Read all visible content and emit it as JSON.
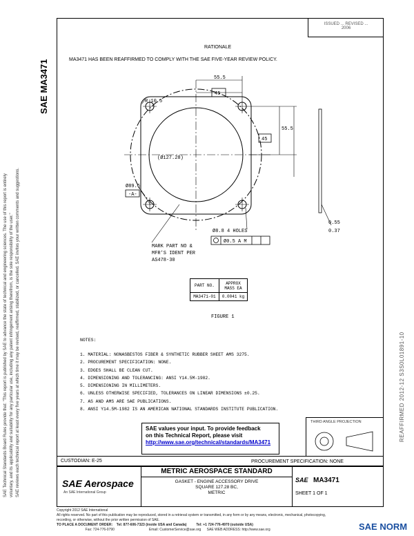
{
  "side_left_lines": [
    "SAE Technical Standards Board Rules provide that: \"This report is published by SAE to advance the state of technical and engineering sciences. The use of this report is entirely",
    "voluntary, and its applicability and suitability for any particular use, including any patent infringement arising therefrom, is the sole responsibility of the user.\"",
    "SAE reviews each technical report at least every five years at which time it may be revised, reaffirmed, stabilized, or cancelled. SAE invites your written comments and suggestions."
  ],
  "doc_id_side": "SAE MA3471",
  "side_right": "REAFFIRMED 2012-12    S3S0L01891-10",
  "date_box": "ISSUED ... REVISED ...\n2006",
  "rationale_title": "RATIONALE",
  "rationale_text": "MA3471 HAS BEEN REAFFIRMED TO COMPLY WITH THE SAE FIVE-YEAR REVIEW POLICY.",
  "drawing": {
    "dim_55_top": "55.5",
    "dim_45_top": "45",
    "radius": "R 10.5",
    "dim_55_right": "55.5",
    "dim_45_right": "45",
    "dia_127": "(Ø127.28)",
    "dia_89": "Ø89.6",
    "datum_a": "-A-",
    "holes": "Ø8.8  4 HOLES",
    "tol_frame": "Ø0.5  A M",
    "thick_1": "0.55",
    "thick_2": "0.37",
    "mark": "MARK PART NO &\nMFR'S IDENT PER\nAS478-30"
  },
  "mass_table": {
    "headers": [
      "PART NO.",
      "APPROX\nMASS EA"
    ],
    "rows": [
      [
        "MA3471-01",
        "0.0041 kg"
      ]
    ]
  },
  "figure_label": "FIGURE 1",
  "notes_title": "NOTES:",
  "notes": [
    "1.  MATERIAL:  NONASBESTOS FIBER & SYNTHETIC RUBBER SHEET AMS 3275.",
    "2.  PROCUREMENT SPECIFICATION:  NONE.",
    "3.  EDGES SHALL BE CLEAN CUT.",
    "4.  DIMENSIONING AND TOLERANCING:  ANSI Y14.5M-1982.",
    "5.  DIMENSIONING IN MILLIMETERS.",
    "6.  UNLESS OTHERWISE SPECIFIED, TOLERANCES ON LINEAR DIMENSIONS ±0.25.",
    "7.  AS AND AMS ARE SAE PUBLICATIONS.",
    "8.  ANSI Y14.5M-1982 IS AN AMERICAN NATIONAL STANDARDS INSTITUTE PUBLICATION."
  ],
  "third_angle": "THIRD ANGLE PROJECTION",
  "feedback": {
    "line1": "SAE values your input. To provide feedback",
    "line2": "on this Technical Report, please visit",
    "link": "http://www.sae.org/technical/standards/MA3471"
  },
  "custodian": "CUSTODIAN:  E-25",
  "procurement": "PROCUREMENT SPECIFICATION: NONE",
  "logo_main": "SAE Aerospace",
  "logo_sub": "An SAE International Group",
  "std_title": "METRIC AEROSPACE STANDARD",
  "part_title": [
    "GASKET - ENGINE ACCESSORY DRIVE",
    "SQUARE 127.28 BC,",
    "METRIC"
  ],
  "doc_no": "MA3471",
  "sae_small": "SAE",
  "sheet": "SHEET 1 OF 1",
  "footer_lines": [
    "Copyright 2012 SAE International",
    "All rights reserved. No part of this publication may be reproduced, stored in a retrieval system or transmitted, in any form or by any means, electronic, mechanical, photocopying,",
    "recording, or otherwise, without the prior written permission of SAE.",
    "TO PLACE A DOCUMENT ORDER:    Tel: 877-606-7323 (inside USA and Canada)          Tel: +1 724-776-4970 (outside USA)",
    "                              Fax: 724-776-0790                                    Email: CustomerService@sae.org      SAE WEB ADDRESS: http://www.sae.org"
  ],
  "watermark": "SAE NORM",
  "colors": {
    "watermark": "#1a4fa0",
    "link": "#0000cc"
  }
}
